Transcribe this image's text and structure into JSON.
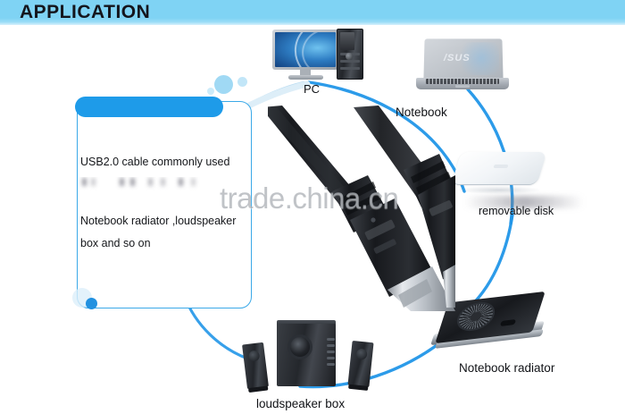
{
  "header": {
    "title": "APPLICATION",
    "bar_color": "#7FD3F4",
    "title_color": "#14151c"
  },
  "info_box": {
    "pill_color": "#1E9BE9",
    "border_color": "#3BA9E8",
    "dot_color": "#2291E0",
    "line1": "USB2.0 cable commonly used",
    "line2_redacted": "",
    "line3": "Notebook radiator ,loudspeaker",
    "line4": "box and so on"
  },
  "devices": {
    "pc": {
      "label": "PC"
    },
    "notebook": {
      "label": "Notebook",
      "brand": "/SUS"
    },
    "removable_disk": {
      "label": "removable disk"
    },
    "notebook_radiator": {
      "label": "Notebook radiator"
    },
    "loudspeaker": {
      "label": "loudspeaker box"
    }
  },
  "diagram": {
    "arc_color": "#2196E8",
    "arc_thin_color": "#BBDDF2"
  },
  "watermark": {
    "text": "trade.china.cn"
  }
}
